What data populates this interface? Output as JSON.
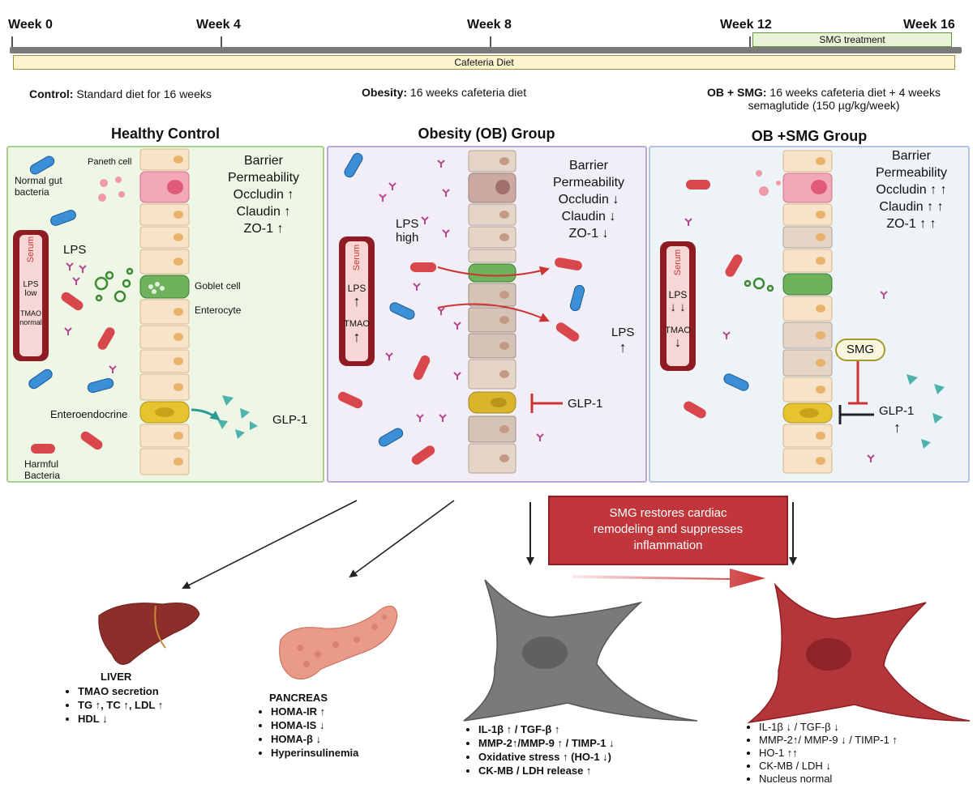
{
  "timeline": {
    "weeks": [
      "Week 0",
      "Week 4",
      "Week 8",
      "Week 12",
      "Week 16"
    ],
    "diet_label": "Cafeteria Diet",
    "smg_label": "SMG treatment"
  },
  "groups_desc": {
    "control_bold": "Control:",
    "control_text": " Standard diet for 16 weeks",
    "obesity_bold": "Obesity:",
    "obesity_text": " 16 weeks cafeteria diet",
    "obsmg_bold": "OB + SMG:",
    "obsmg_text": " 16 weeks cafeteria diet + 4 weeks",
    "obsmg_text2": "semaglutide (150 µg/kg/week)"
  },
  "panels": {
    "healthy": {
      "title": "Healthy Control",
      "barrier": [
        "Barrier",
        "Permeability",
        "Occludin ↑",
        "Claudin ↑",
        "ZO-1 ↑"
      ],
      "normal_gut": [
        "Normal gut",
        "bacteria"
      ],
      "paneth": "Paneth cell",
      "lps": "LPS",
      "goblet": "Goblet cell",
      "enterocyte": "Enterocyte",
      "serum": "Serum",
      "serum_lps": [
        "LPS",
        "low"
      ],
      "serum_tmao": [
        "TMAO",
        "normal"
      ],
      "enteroendocrine": "Enteroendocrine",
      "harmful": [
        "Harmful",
        "Bacteria"
      ],
      "glp1": "GLP-1"
    },
    "obesity": {
      "title": "Obesity (OB) Group",
      "barrier": [
        "Barrier",
        "Permeability",
        "Occludin ↓",
        "Claudin ↓",
        "ZO-1 ↓"
      ],
      "lps_high": [
        "LPS",
        "high"
      ],
      "serum": "Serum",
      "serum_lps": [
        "LPS",
        "↑"
      ],
      "serum_tmao": [
        "TMAO",
        "↑"
      ],
      "lps_right": [
        "LPS",
        "↑"
      ],
      "glp1": "GLP-1"
    },
    "obsmg": {
      "title": "OB +SMG Group",
      "barrier": [
        "Barrier",
        "Permeability",
        "Occludin ↑ ↑",
        "Claudin ↑ ↑",
        "ZO-1 ↑ ↑"
      ],
      "serum": "Serum",
      "serum_lps": [
        "LPS",
        "↓ ↓"
      ],
      "serum_tmao": [
        "TMAO",
        "↓"
      ],
      "smg": "SMG",
      "glp1": [
        "GLP-1",
        "↑"
      ]
    }
  },
  "red_box": [
    "SMG restores cardiac",
    "remodeling and suppresses",
    "inflammation"
  ],
  "liver": {
    "title": "LIVER",
    "items": [
      "TMAO secretion",
      "TG ↑, TC ↑, LDL ↑",
      "HDL ↓"
    ]
  },
  "pancreas": {
    "title": "PANCREAS",
    "items": [
      "HOMA-IR ↑",
      "HOMA-IS ↓",
      "HOMA-β ↓",
      "Hyperinsulinemia"
    ]
  },
  "heart_ob": {
    "items": [
      "IL-1β ↑ / TGF-β ↑",
      "MMP-2↑/MMP-9 ↑ / TIMP-1 ↓",
      "Oxidative stress ↑ (HO-1 ↓)",
      "CK-MB / LDH release ↑"
    ]
  },
  "heart_smg": {
    "items": [
      "IL-1β ↓ / TGF-β ↓",
      "MMP-2↑/ MMP-9 ↓ / TIMP-1 ↑",
      "HO-1 ↑↑",
      "CK-MB / LDH ↓",
      "Nucleus normal"
    ]
  },
  "colors": {
    "healthy_bg": "#eef6e6",
    "healthy_border": "#a9cf8e",
    "obesity_bg": "#f2eef8",
    "obesity_border": "#b7a7d4",
    "smg_bg": "#eef3f8",
    "smg_border": "#b3c5dc",
    "red": "#c0363a",
    "teal": "#4fb3ad",
    "fibro_gray": "#777777",
    "fibro_red": "#b3363a"
  }
}
